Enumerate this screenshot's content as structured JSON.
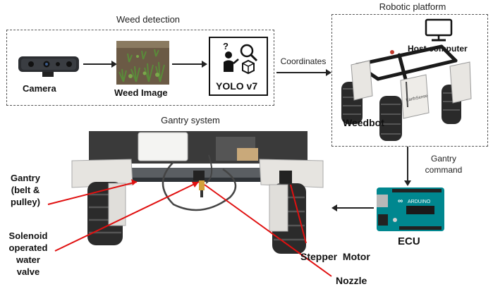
{
  "weed_detection": {
    "title": "Weed detection",
    "camera_label": "Camera",
    "weed_image_label": "Weed Image",
    "yolo_label": "YOLO v7"
  },
  "coordinates_label": "Coordinates",
  "robotic_platform": {
    "title": "Robotic platform",
    "host_computer_label": "Host computer",
    "weedbot_label": "Weedbot",
    "robot_brand": "EarthSense"
  },
  "gantry_command_label": [
    "Gantry",
    "command"
  ],
  "ecu_label": "ECU",
  "gantry_system": {
    "title": "Gantry system",
    "gantry_label": [
      "Gantry",
      "(belt &",
      "pulley)"
    ],
    "solenoid_label": [
      "Solenoid",
      "operated",
      "water",
      "valve"
    ],
    "stepper_motor_label": "Stepper  Motor",
    "nozzle_label": "Nozzle"
  },
  "colors": {
    "pointer_red": "#e01010",
    "arrow": "#222222",
    "dash": "#555555",
    "arduino_teal": "#00878f"
  }
}
